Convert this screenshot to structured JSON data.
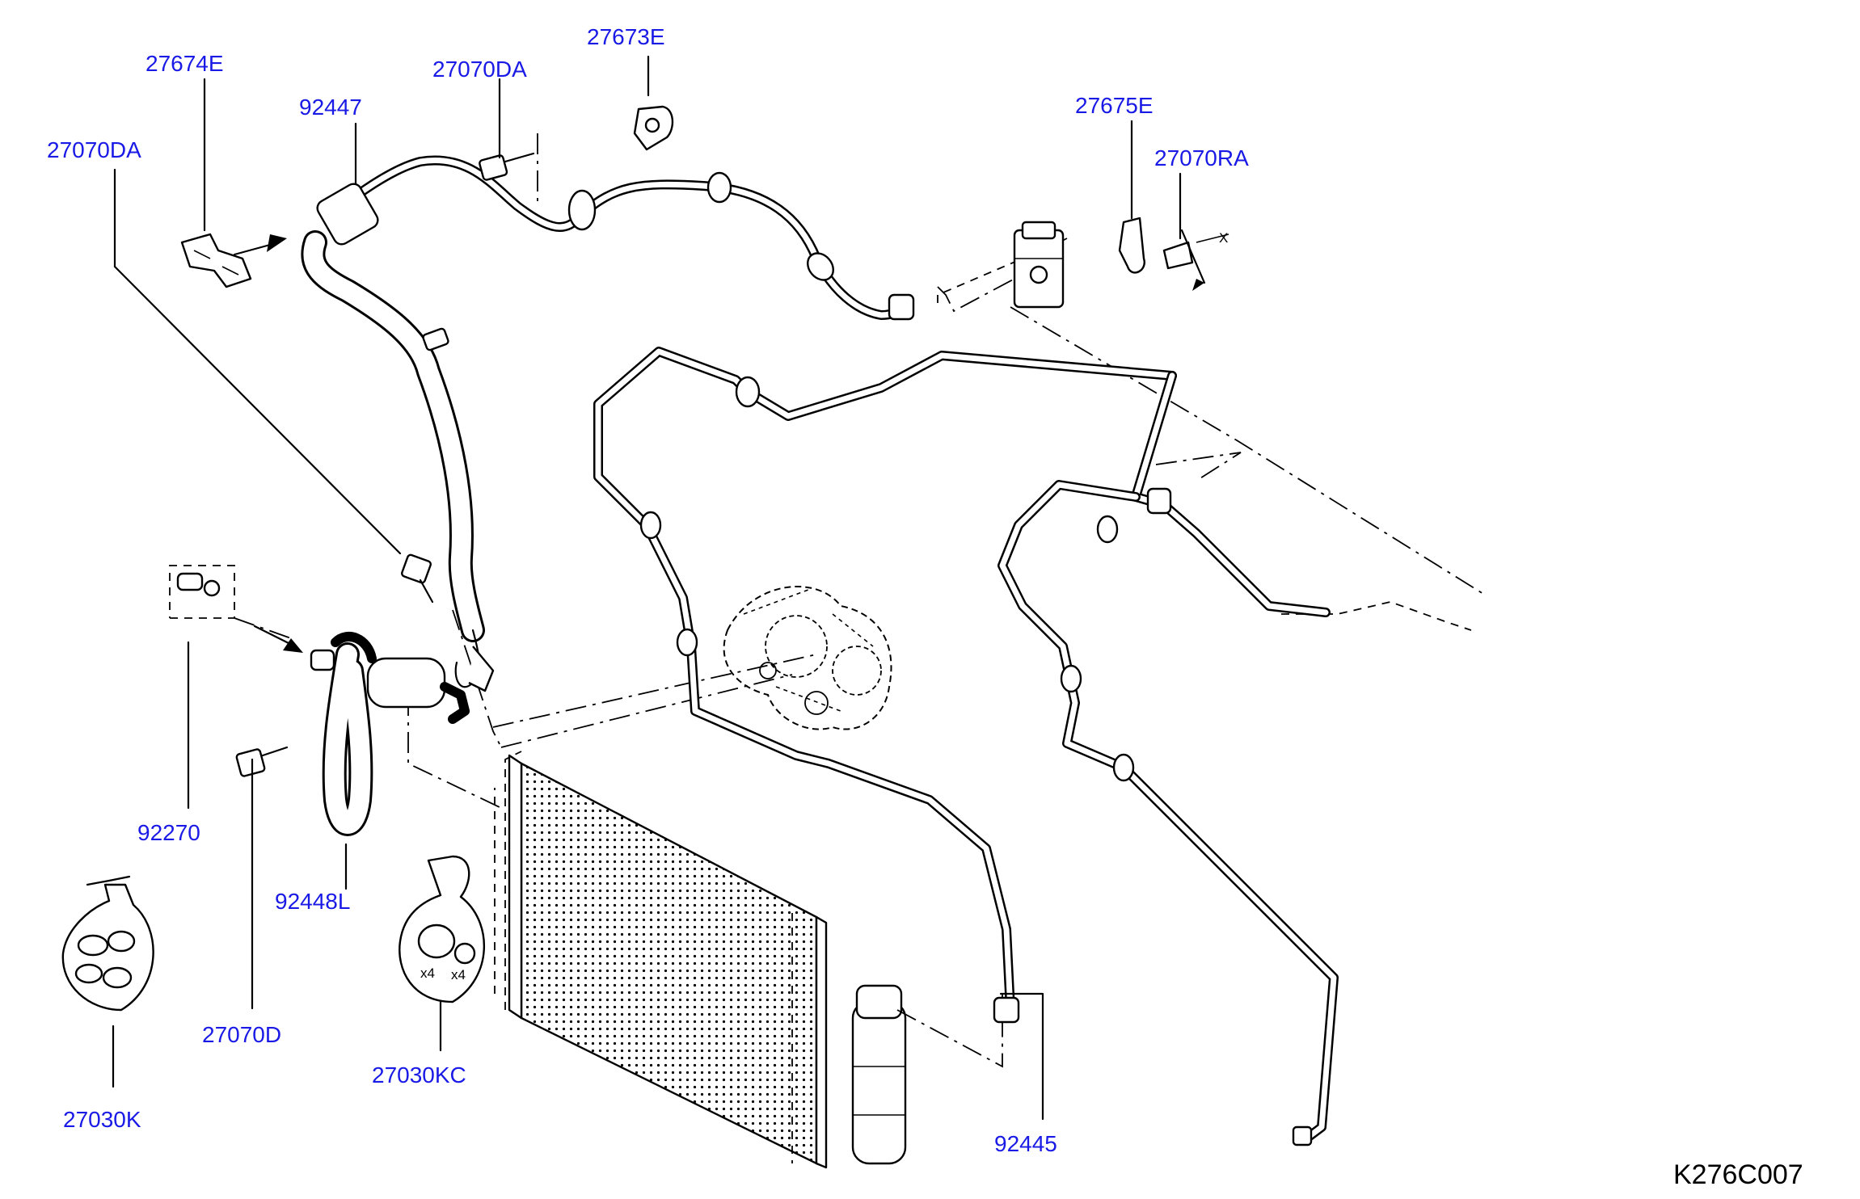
{
  "diagram": {
    "reference_code": "K276C007",
    "quantity_marks": [
      "x4",
      "x4"
    ],
    "small_mark": "X",
    "part_labels": [
      {
        "id": "p27674E",
        "text": "27674E"
      },
      {
        "id": "p27070DA_top",
        "text": "27070DA"
      },
      {
        "id": "p27673E",
        "text": "27673E"
      },
      {
        "id": "p92447",
        "text": "92447"
      },
      {
        "id": "p27070DA_left",
        "text": "27070DA"
      },
      {
        "id": "p27675E",
        "text": "27675E"
      },
      {
        "id": "p27070RA",
        "text": "27070RA"
      },
      {
        "id": "p92270",
        "text": "92270"
      },
      {
        "id": "p92448L",
        "text": "92448L"
      },
      {
        "id": "p27070D",
        "text": "27070D"
      },
      {
        "id": "p27030KC",
        "text": "27030KC"
      },
      {
        "id": "p27030K",
        "text": "27030K"
      },
      {
        "id": "p92445",
        "text": "92445"
      }
    ]
  }
}
